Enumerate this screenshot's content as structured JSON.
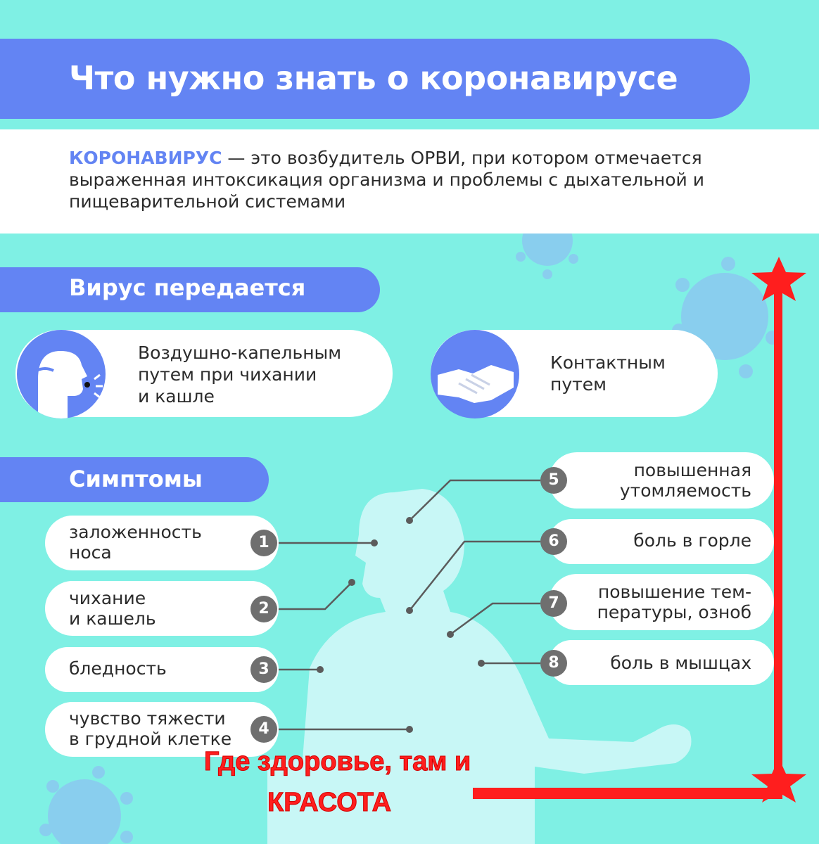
{
  "title": "Что нужно знать о коронавирусе",
  "intro": {
    "term": "КОРОНАВИРУС",
    "text": " — это возбудитель ОРВИ, при котором отмечается выраженная интоксикация организма и проблемы с дыхательной и пищеварительной системами"
  },
  "transmission": {
    "heading": "Вирус передается",
    "routes": [
      {
        "icon": "sneezing-person-icon",
        "lines": [
          "Воздушно-капельным",
          "путем при чихании",
          "и кашле"
        ]
      },
      {
        "icon": "handshake-icon",
        "lines": [
          "Контактным",
          "путем"
        ]
      }
    ]
  },
  "symptoms": {
    "heading": "Симптомы",
    "left": [
      {
        "number": "1",
        "lines": [
          "заложенность",
          "носа"
        ]
      },
      {
        "number": "2",
        "lines": [
          "чихание",
          "и кашель"
        ]
      },
      {
        "number": "3",
        "lines": [
          "бледность"
        ]
      },
      {
        "number": "4",
        "lines": [
          "чувство тяжести",
          "в грудной клетке"
        ]
      }
    ],
    "right": [
      {
        "number": "5",
        "lines": [
          "повышенная",
          "утомляемость"
        ]
      },
      {
        "number": "6",
        "lines": [
          "боль в горле"
        ]
      },
      {
        "number": "7",
        "lines": [
          "повышение тем-",
          "пературы, озноб"
        ]
      },
      {
        "number": "8",
        "lines": [
          "боль в мышцах"
        ]
      }
    ]
  },
  "caption": {
    "line1": "Где здоровье, там и",
    "line2": "КРАСОТА"
  },
  "colors": {
    "background": "#7ff0e4",
    "accent_blue": "#6384f3",
    "caption_red": "#ff1e1e",
    "number_grey": "#6f6f6f"
  }
}
